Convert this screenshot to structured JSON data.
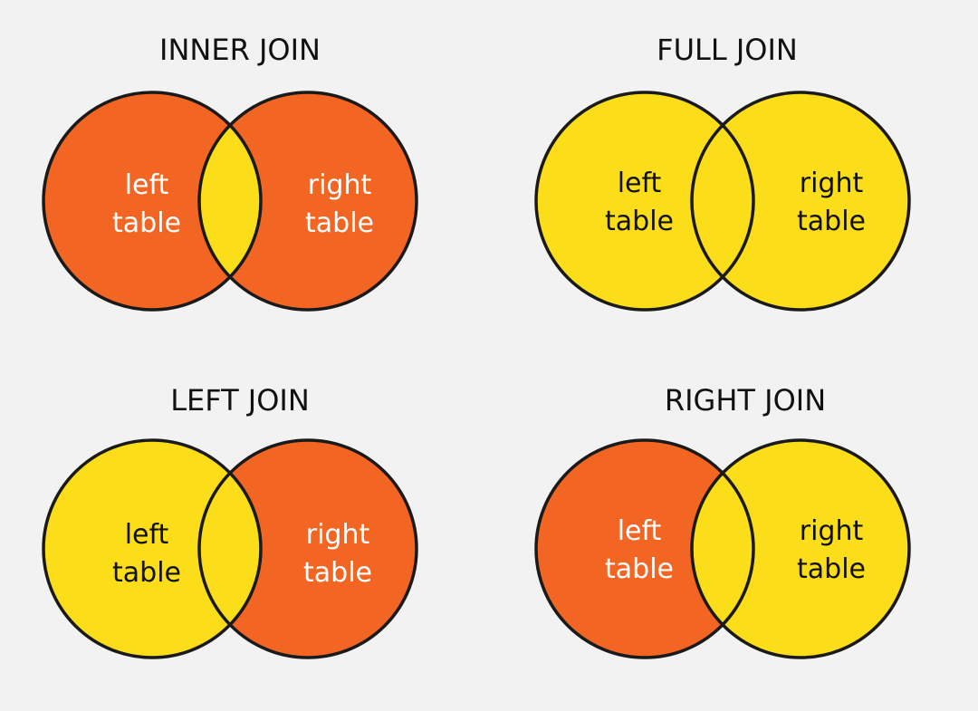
{
  "colors": {
    "background": "#f2f2f2",
    "included": "#fcdd1a",
    "excluded": "#f26522",
    "outline": "#1a1a1a",
    "text_on_yellow": "#111111",
    "text_on_orange": "#ffffff"
  },
  "diagrams": [
    {
      "id": "inner-join",
      "title": "INNER JOIN",
      "left_label": [
        "left",
        "table"
      ],
      "right_label": [
        "right",
        "table"
      ],
      "highlight": {
        "left_only": false,
        "intersection": true,
        "right_only": false
      }
    },
    {
      "id": "full-join",
      "title": "FULL JOIN",
      "left_label": [
        "left",
        "table"
      ],
      "right_label": [
        "right",
        "table"
      ],
      "highlight": {
        "left_only": true,
        "intersection": true,
        "right_only": true
      }
    },
    {
      "id": "left-join",
      "title": "LEFT JOIN",
      "left_label": [
        "left",
        "table"
      ],
      "right_label": [
        "right",
        "table"
      ],
      "highlight": {
        "left_only": true,
        "intersection": true,
        "right_only": false
      }
    },
    {
      "id": "right-join",
      "title": "RIGHT JOIN",
      "left_label": [
        "left",
        "table"
      ],
      "right_label": [
        "right",
        "table"
      ],
      "highlight": {
        "left_only": false,
        "intersection": true,
        "right_only": true
      }
    }
  ]
}
